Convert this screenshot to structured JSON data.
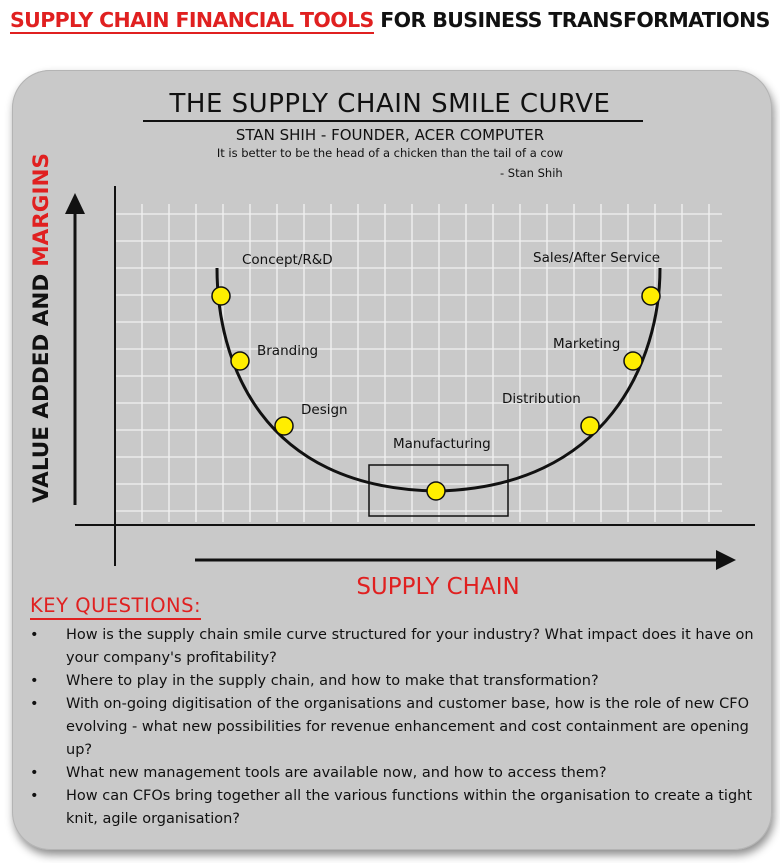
{
  "header": {
    "red_text": "SUPPLY CHAIN FINANCIAL TOOLS",
    "black_text": "FOR BUSINESS TRANSFORMATIONS"
  },
  "diagram": {
    "title": "THE SUPPLY CHAIN SMILE CURVE",
    "subtitle": "STAN SHIH - FOUNDER, ACER COMPUTER",
    "quote": "It is better to be the head of a chicken than the tail of a cow",
    "quote_author": "- Stan Shih",
    "y_axis_label_black": "VALUE ADDED AND",
    "y_axis_label_red": "MARGINS",
    "x_axis_label": "SUPPLY CHAIN",
    "stages": [
      {
        "label": "Concept/R&D"
      },
      {
        "label": "Branding"
      },
      {
        "label": "Design"
      },
      {
        "label": "Manufacturing"
      },
      {
        "label": "Distribution"
      },
      {
        "label": "Marketing"
      },
      {
        "label": "Sales/After Service"
      }
    ],
    "colors": {
      "dot_fill": "#ffee00",
      "accent_red": "#e02020",
      "panel_gray": "#c9c9c9",
      "grid_line": "#f2f2f2",
      "curve": "#111111"
    }
  },
  "key_questions": {
    "title": "KEY QUESTIONS:",
    "bullet": "•",
    "items": [
      "How is the supply chain smile curve structured for your industry?   What impact does it have on your company's profitability?",
      "Where to play in the supply chain, and how to make that transformation?",
      "With on-going digitisation of the organisations and customer base,  how is the role of new CFO evolving -  what new possibilities for revenue enhancement and cost containment are opening up?",
      "What new management tools are available now, and how to access them?",
      "How can CFOs bring together all the various functions within the organisation to create a tight knit, agile organisation?"
    ]
  }
}
